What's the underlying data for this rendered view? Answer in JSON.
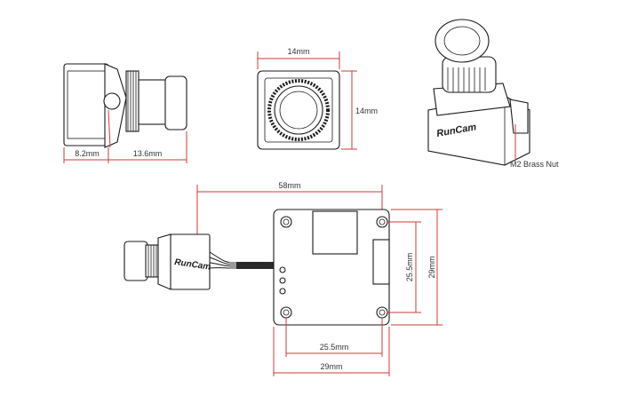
{
  "colors": {
    "dimension_line": "#d23a3a",
    "outline": "#1a1a1a",
    "label_text": "#333333",
    "background": "#ffffff"
  },
  "views": {
    "side": {
      "width_a": "8.2mm",
      "width_b": "13.6mm"
    },
    "front": {
      "width": "14mm",
      "height": "14mm"
    },
    "iso": {
      "brand": "RunCam",
      "callout": "M2 Brass Nut"
    },
    "board": {
      "brand": "RunCam",
      "overall_length": "58mm",
      "hole_pitch_x": "25.5mm",
      "hole_pitch_y": "25.5mm",
      "board_width": "29mm",
      "board_height": "29mm"
    }
  }
}
